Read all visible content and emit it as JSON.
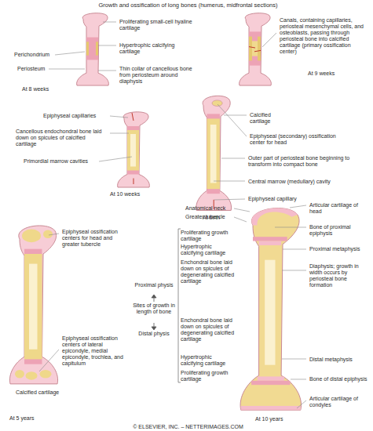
{
  "diagram": {
    "title": "Growth and ossification of long bones (humerus, midfrontal sections)",
    "labels": [
      "Perichondrium",
      "Periosteum",
      "At 8 weeks",
      "Proliferating small-cell hyaline cartilage",
      "Hypertrophic calcifying cartilage",
      "Thin collar of cancellous bone from periosteum around diaphysis",
      "Canals, containing capillaries, periosteal mesenchymal cells, and osteoblasts, passing through periosteal bone into calcified cartilage (primary ossification center)",
      "At 9 weeks",
      "Epiphyseal capillaries",
      "Cancellous endochondral bone laid down on spicules of calcified cartilage",
      "Primordial marrow cavities",
      "At 10 weeks",
      "Calcified cartilage",
      "Epiphyseal (secondary) ossification center for head",
      "Outer part of periosteal bone beginning to transform into compact bone",
      "Central marrow (medullary) cavity",
      "Epiphyseal capillary",
      "At birth",
      "Epiphyseal ossification centers for head and greater tubercle",
      "Epiphyseal ossification centers of lateral epicondyle, medial epicondyle, trochlea, and capitulum",
      "Calcified cartilage",
      "At 5 years",
      "Anatomical neck",
      "Greater tubercle",
      "Proliferating growth cartilage",
      "Hypertrophic calcifying cartilage",
      "Enchondral bone laid down on spicules of degenerating calcified cartilage",
      "Proximal physis",
      "Sites of growth in length of bone",
      "Distal physis",
      "Enchondral bone laid down on spicules of degenerating calcified cartilage",
      "Hypertrophic calcifying cartilage",
      "Proliferating growth cartilage",
      "Articular cartilage of head",
      "Bone of proximal epiphysis",
      "Proximal metaphysis",
      "Diaphysis; growth in width occurs by periosteal bone formation",
      "Distal metaphysis",
      "Bone of distal epiphysis",
      "Articular cartilage of condyles",
      "At 10 years",
      "© ELSEVIER, INC. – NETTERIMAGES.COM"
    ]
  }
}
